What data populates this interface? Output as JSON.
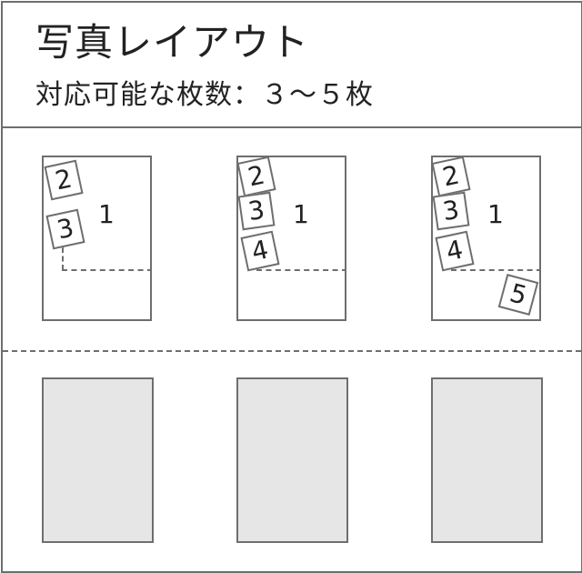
{
  "header": {
    "title": "写真レイアウト",
    "subtitle": "対応可能な枚数：３～５枚"
  },
  "layouts": [
    {
      "main_label": "1",
      "cards": [
        "2",
        "3"
      ]
    },
    {
      "main_label": "1",
      "cards": [
        "2",
        "3",
        "4"
      ]
    },
    {
      "main_label": "1",
      "cards": [
        "2",
        "3",
        "4",
        "5"
      ]
    }
  ]
}
